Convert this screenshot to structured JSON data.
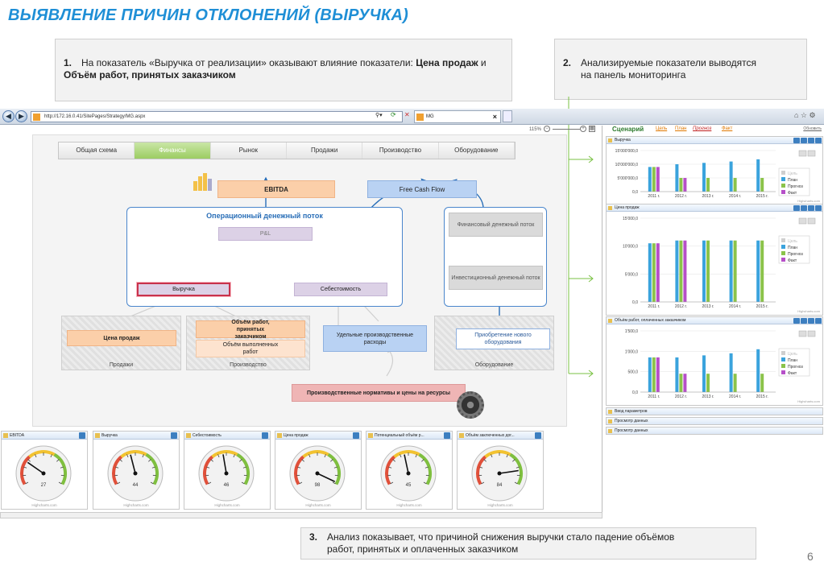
{
  "slide": {
    "title": "ВЫЯВЛЕНИЕ ПРИЧИН ОТКЛОНЕНИЙ (ВЫРУЧКА)",
    "page_number": "6",
    "callouts": [
      {
        "num": "1.",
        "text_a": "На показатель «Выручка от реализации» оказывают влияние показатели: ",
        "bold_a": "Цена продаж",
        "text_b": " и ",
        "bold_b": "Объём работ, принятых заказчиком"
      },
      {
        "num": "2.",
        "line1": "Анализируемые показатели выводятся",
        "line2": "на панель мониторинга"
      },
      {
        "num": "3.",
        "line1": "Анализ показывает, что причиной снижения выручки стало падение объёмов",
        "line2": "работ, принятых и оплаченных заказчиком"
      }
    ]
  },
  "browser": {
    "url": "http://172.16.0.41/SitePages/Strategy/MG.aspx",
    "tab_label": "MG",
    "zoom": "115%"
  },
  "diagram": {
    "tabs": [
      "Общая схема",
      "Финансы",
      "Рынок",
      "Продажи",
      "Производство",
      "Оборудование"
    ],
    "active_tab": 1,
    "ebitda": "EBITDA",
    "fcf": "Free Cash Flow",
    "ocf_title": "Операционный денежный поток",
    "pl": "P&L",
    "revenue": "Выручка",
    "cost": "Себестоимость",
    "fin_cf": "Финансовый денежный поток",
    "inv_cf": "Инвестиционный денежный поток",
    "price": "Цена продаж",
    "accepted_vol": "Объём работ, принятых заказчиком",
    "done_vol": "Объём выполненных работ",
    "unit_cost": "Удельные производственные расходы",
    "equipment_buy": "Приобретение нового оборудования",
    "sales_cap": "Продажи",
    "prod_cap": "Производство",
    "equip_cap": "Оборудование",
    "norms": "Производственные нормативы и цены на ресурсы"
  },
  "gauges": [
    {
      "title": "EBITDA",
      "value": 27
    },
    {
      "title": "Выручка",
      "value": 44
    },
    {
      "title": "Себестоимость",
      "value": 46
    },
    {
      "title": "Цена продаж",
      "value": 98
    },
    {
      "title": "Потенциальный объём р...",
      "value": 45
    },
    {
      "title": "Объём заключенных дог...",
      "value": 84
    }
  ],
  "gauge_credit": "Highcharts.com",
  "right_panel": {
    "scenario": "Сценарий",
    "links": [
      "Цель",
      "План",
      "Прогноз",
      "Факт"
    ],
    "refresh": "Обновить",
    "legend": [
      "Цель",
      "План",
      "Прогноз",
      "Факт"
    ],
    "collapsed": [
      "Ввод параметров",
      "Просмотр данных",
      "Просмотр данных"
    ],
    "credit": "Highcharts.com"
  },
  "chart_data": [
    {
      "type": "bar",
      "title": "Выручка",
      "categories": [
        "2011 г.",
        "2012 г.",
        "2013 г.",
        "2014 г.",
        "2015 г."
      ],
      "yticks": [
        "15'000'000,0",
        "10'000'000,0",
        "5'000'000,0",
        "0,0"
      ],
      "ylim": [
        0,
        15000000
      ],
      "series": [
        {
          "name": "План",
          "values": [
            9000000,
            10000000,
            10500000,
            11000000,
            11800000
          ]
        },
        {
          "name": "Прогноз",
          "values": [
            9000000,
            5000000,
            5000000,
            5000000,
            5000000
          ]
        },
        {
          "name": "Факт",
          "values": [
            9000000,
            5000000,
            null,
            null,
            null
          ]
        }
      ]
    },
    {
      "type": "bar",
      "title": "Цена продаж",
      "categories": [
        "2011 г.",
        "2012 г.",
        "2013 г.",
        "2014 г.",
        "2015 г."
      ],
      "yticks": [
        "15'000,0",
        "10'000,0",
        "5'000,0",
        "0,0"
      ],
      "ylim": [
        0,
        15000
      ],
      "series": [
        {
          "name": "План",
          "values": [
            10500,
            11000,
            11000,
            11000,
            11000
          ]
        },
        {
          "name": "Прогноз",
          "values": [
            10500,
            11000,
            11000,
            11000,
            11000
          ]
        },
        {
          "name": "Факт",
          "values": [
            10500,
            11000,
            null,
            null,
            null
          ]
        }
      ]
    },
    {
      "type": "bar",
      "title": "Объём работ, оплаченных заказчиком",
      "categories": [
        "2011 г.",
        "2012 г.",
        "2013 г.",
        "2014 г.",
        "2015 г."
      ],
      "yticks": [
        "1'500,0",
        "1'000,0",
        "500,0",
        "0,0"
      ],
      "ylim": [
        0,
        1500
      ],
      "series": [
        {
          "name": "План",
          "values": [
            850,
            850,
            900,
            950,
            1050
          ]
        },
        {
          "name": "Прогноз",
          "values": [
            850,
            450,
            450,
            450,
            450
          ]
        },
        {
          "name": "Факт",
          "values": [
            850,
            450,
            null,
            null,
            null
          ]
        }
      ]
    }
  ],
  "colors": {
    "accent": "#1f8fd6",
    "plan": "#3aa3dd",
    "forecast": "#8bc34a",
    "fact": "#b64fc8",
    "goal": "#cfcfcf"
  }
}
